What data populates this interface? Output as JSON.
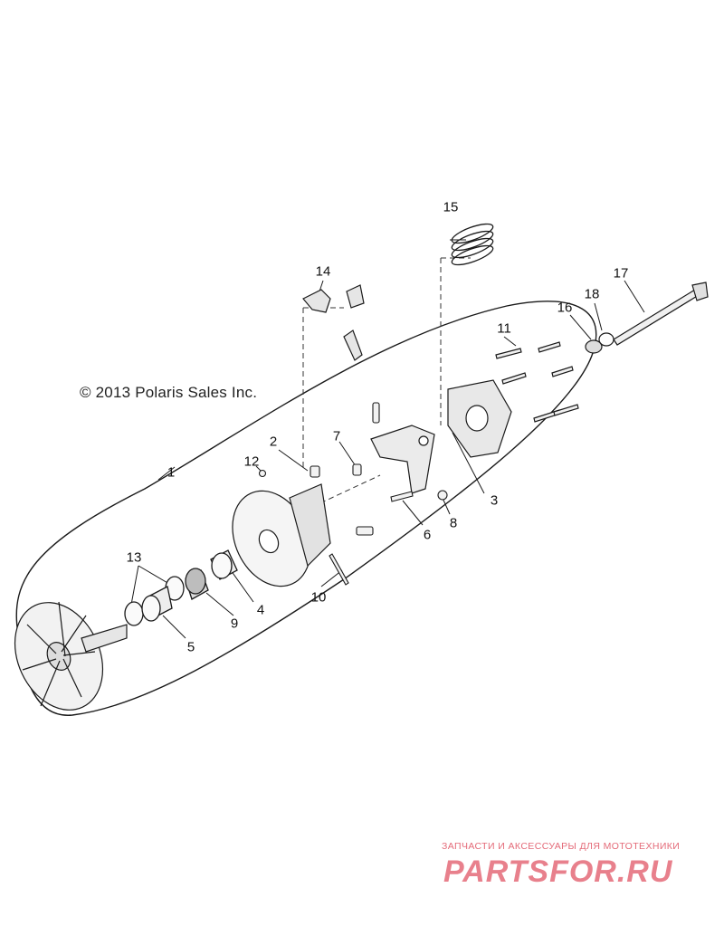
{
  "copyright": "© 2013 Polaris Sales Inc.",
  "callouts": [
    {
      "id": "1",
      "label": "1"
    },
    {
      "id": "2",
      "label": "2"
    },
    {
      "id": "3",
      "label": "3"
    },
    {
      "id": "4",
      "label": "4"
    },
    {
      "id": "5",
      "label": "5"
    },
    {
      "id": "6",
      "label": "6"
    },
    {
      "id": "7",
      "label": "7"
    },
    {
      "id": "8",
      "label": "8"
    },
    {
      "id": "9",
      "label": "9"
    },
    {
      "id": "10",
      "label": "10"
    },
    {
      "id": "11",
      "label": "11"
    },
    {
      "id": "12",
      "label": "12"
    },
    {
      "id": "13",
      "label": "13"
    },
    {
      "id": "14",
      "label": "14"
    },
    {
      "id": "15",
      "label": "15"
    },
    {
      "id": "16",
      "label": "16"
    },
    {
      "id": "17",
      "label": "17"
    },
    {
      "id": "18",
      "label": "18"
    }
  ],
  "watermark": {
    "caption": "ЗАПЧАСТИ И АКСЕССУАРЫ ДЛЯ МОТОТЕХНИКИ",
    "logo_text": "PARTSFOR.RU",
    "color": "#e46a78"
  },
  "colors": {
    "line": "#1a1a1a",
    "part_fill": "#f2f2f2",
    "shade": "#cfcfcf"
  }
}
